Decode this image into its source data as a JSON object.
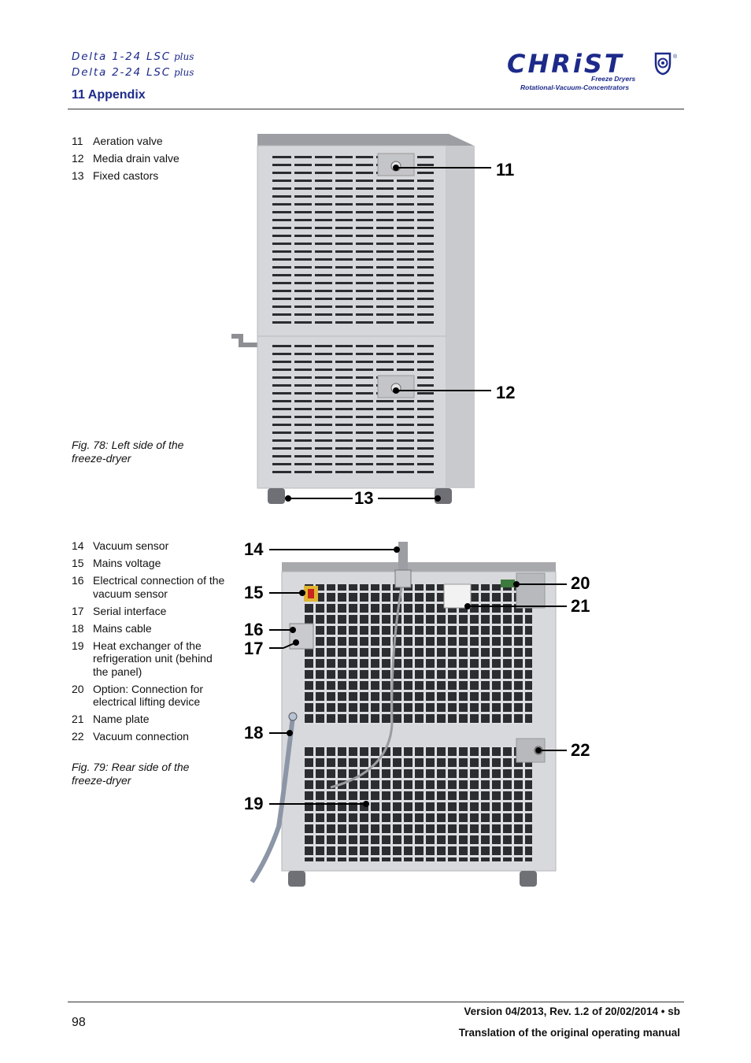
{
  "header": {
    "model_line1": "Delta 1-24 LSC",
    "model_line2": "Delta 2-24 LSC",
    "plus": "plus",
    "section": "11 Appendix"
  },
  "logo": {
    "word": "CHRiST",
    "sub1": "Freeze Dryers",
    "sub2": "Rotational-Vacuum-Concentrators",
    "registered": "®"
  },
  "figure78": {
    "legend": [
      {
        "num": "11",
        "text": "Aeration valve"
      },
      {
        "num": "12",
        "text": "Media drain valve"
      },
      {
        "num": "13",
        "text": "Fixed castors"
      }
    ],
    "caption_line1": "Fig. 78: Left side of the",
    "caption_line2": "freeze-dryer",
    "callouts": [
      "11",
      "12",
      "13"
    ]
  },
  "figure79": {
    "legend": [
      {
        "num": "14",
        "text": "Vacuum sensor"
      },
      {
        "num": "15",
        "text": "Mains voltage"
      },
      {
        "num": "16",
        "text": "Electrical connection of the vacuum sensor"
      },
      {
        "num": "17",
        "text": "Serial interface"
      },
      {
        "num": "18",
        "text": "Mains cable"
      },
      {
        "num": "19",
        "text": "Heat exchanger of the refrigeration unit (behind the panel)"
      },
      {
        "num": "20",
        "text": "Option: Connection for electrical lifting device"
      },
      {
        "num": "21",
        "text": "Name plate"
      },
      {
        "num": "22",
        "text": "Vacuum connection"
      }
    ],
    "caption_line1": "Fig. 79: Rear side of the",
    "caption_line2": "freeze-dryer",
    "callouts": [
      "14",
      "15",
      "16",
      "17",
      "18",
      "19",
      "20",
      "21",
      "22"
    ]
  },
  "footer": {
    "page_number": "98",
    "version": "Version 04/2013, Rev. 1.2 of 20/02/2014 • sb",
    "translation": "Translation of the original operating manual"
  },
  "colors": {
    "brand_blue": "#1d2a8a",
    "panel_grey": "#d8d9dc"
  }
}
